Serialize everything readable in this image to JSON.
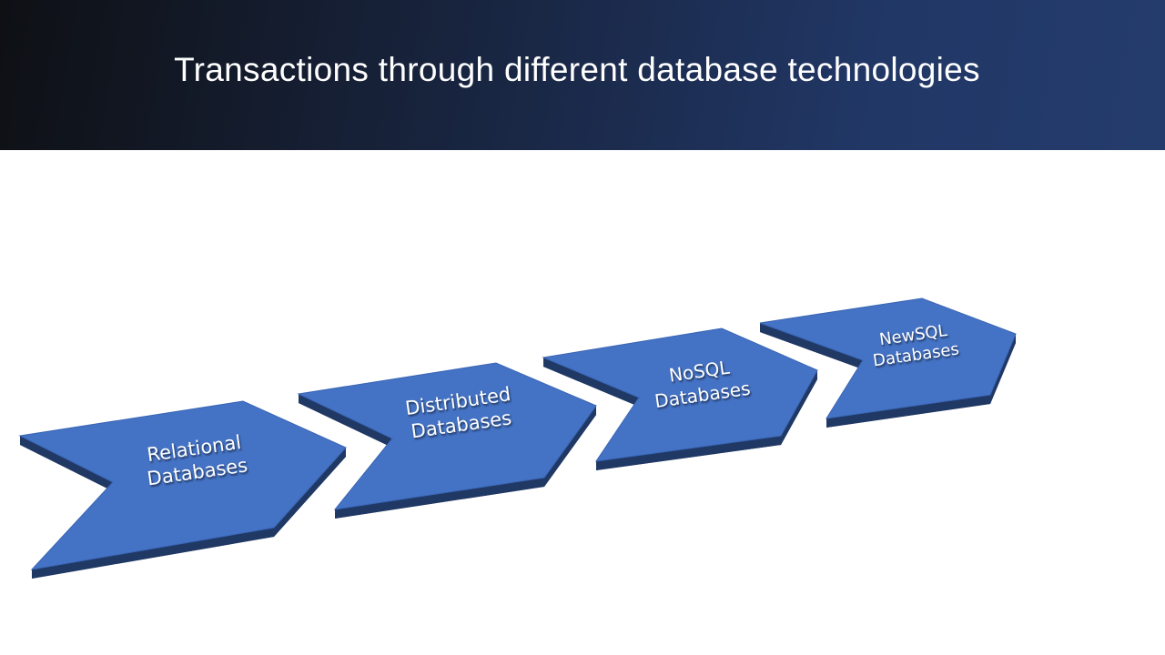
{
  "slide": {
    "title": "Transactions through different database technologies"
  },
  "steps": [
    {
      "line1": "Relational",
      "line2": "Databases"
    },
    {
      "line1": "Distributed",
      "line2": "Databases"
    },
    {
      "line1": "NoSQL",
      "line2": "Databases"
    },
    {
      "line1": "NewSQL",
      "line2": "Databases"
    }
  ],
  "colors": {
    "face": "#4472c4",
    "side": "#203864",
    "header_end": "#243c6c"
  }
}
